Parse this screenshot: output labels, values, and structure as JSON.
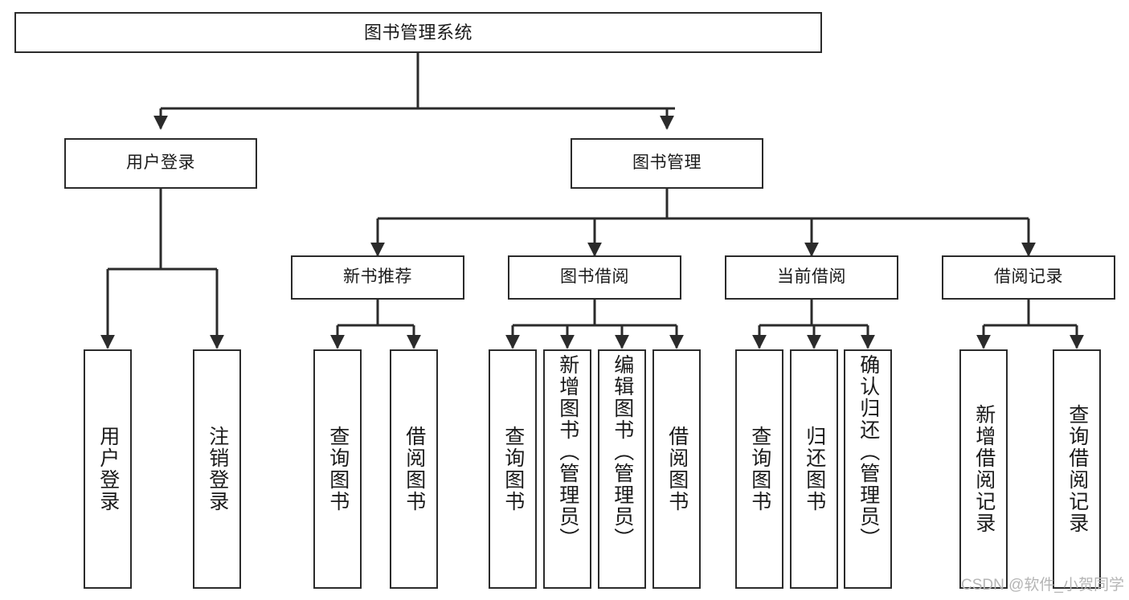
{
  "diagram": {
    "title": "图书管理系统",
    "watermark": "CSDN @软件_小贺同学",
    "stroke_color": "#2b2b2b",
    "text_color": "#1a1a1a",
    "background_color": "#ffffff",
    "watermark_color": "#b5b5b5"
  },
  "nodes": {
    "root": {
      "label": "图书管理系统"
    },
    "level1": [
      {
        "id": "user-login",
        "label": "用户登录"
      },
      {
        "id": "book-management",
        "label": "图书管理"
      }
    ],
    "level2": [
      {
        "id": "new-book-recommend",
        "label": "新书推荐"
      },
      {
        "id": "book-borrow",
        "label": "图书借阅"
      },
      {
        "id": "current-borrow",
        "label": "当前借阅"
      },
      {
        "id": "borrow-record",
        "label": "借阅记录"
      }
    ],
    "leaves": [
      {
        "id": "leaf-user-login",
        "label": "用户登录",
        "parent": "user-login"
      },
      {
        "id": "leaf-logout",
        "label": "注销登录",
        "parent": "user-login"
      },
      {
        "id": "leaf-query-book-1",
        "label": "查询图书",
        "parent": "new-book-recommend"
      },
      {
        "id": "leaf-borrow-book-1",
        "label": "借阅图书",
        "parent": "new-book-recommend"
      },
      {
        "id": "leaf-query-book-2",
        "label": "查询图书",
        "parent": "book-borrow"
      },
      {
        "id": "leaf-add-book",
        "label": "新增图书（管理员）",
        "parent": "book-borrow"
      },
      {
        "id": "leaf-edit-book",
        "label": "编辑图书（管理员）",
        "parent": "book-borrow"
      },
      {
        "id": "leaf-borrow-book-2",
        "label": "借阅图书",
        "parent": "book-borrow"
      },
      {
        "id": "leaf-query-book-3",
        "label": "查询图书",
        "parent": "current-borrow"
      },
      {
        "id": "leaf-return-book",
        "label": "归还图书",
        "parent": "current-borrow"
      },
      {
        "id": "leaf-confirm-return",
        "label": "确认归还（管理员）",
        "parent": "current-borrow"
      },
      {
        "id": "leaf-add-record",
        "label": "新增借阅记录",
        "parent": "borrow-record"
      },
      {
        "id": "leaf-query-record",
        "label": "查询借阅记录",
        "parent": "borrow-record"
      }
    ]
  }
}
